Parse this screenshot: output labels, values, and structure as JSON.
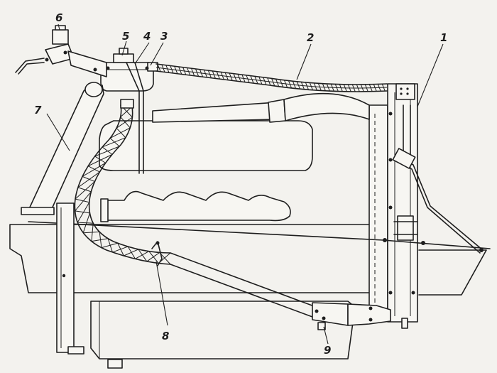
{
  "callouts": [
    {
      "id": "c1",
      "text": "1"
    },
    {
      "id": "c2",
      "text": "2"
    },
    {
      "id": "c3",
      "text": "3"
    },
    {
      "id": "c4",
      "text": "4"
    },
    {
      "id": "c5",
      "text": "5"
    },
    {
      "id": "c6",
      "text": "6"
    },
    {
      "id": "c7",
      "text": "7"
    },
    {
      "id": "c8",
      "text": "8"
    },
    {
      "id": "c9",
      "text": "9"
    }
  ],
  "colors": {
    "ink": "#1e1e1e",
    "paper": "#f3f2ee"
  }
}
